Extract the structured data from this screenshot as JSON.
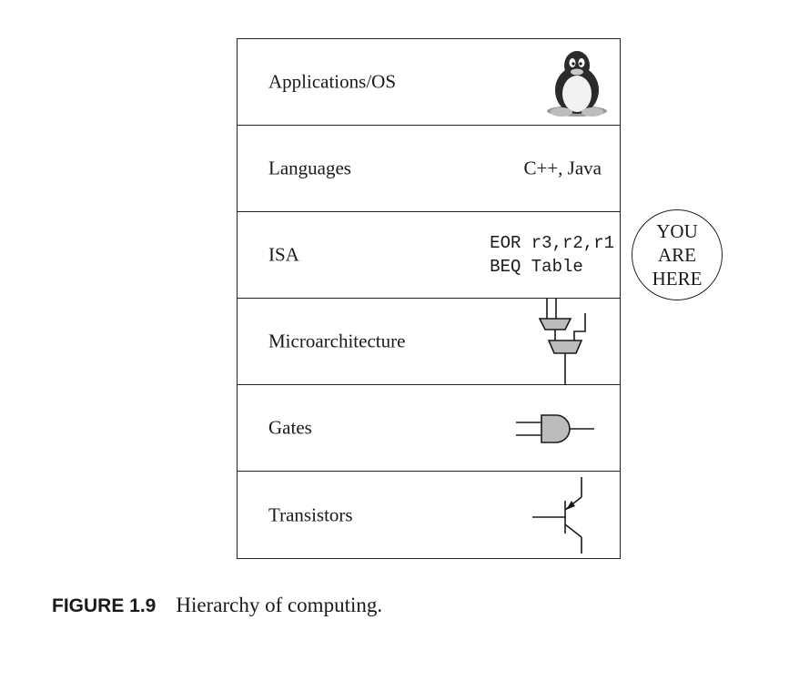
{
  "layers": [
    {
      "label": "Applications/OS",
      "icon": "tux-penguin-icon"
    },
    {
      "label": "Languages",
      "right_text": "C++, Java"
    },
    {
      "label": "ISA",
      "code_lines": [
        "EOR r3,r2,r1",
        "BEQ Table"
      ]
    },
    {
      "label": "Microarchitecture",
      "icon": "mux-alu-datapath-icon"
    },
    {
      "label": "Gates",
      "icon": "and-gate-icon"
    },
    {
      "label": "Transistors",
      "icon": "bjt-transistor-icon"
    }
  ],
  "marker": {
    "lines": [
      "YOU",
      "ARE",
      "HERE"
    ]
  },
  "caption": {
    "figure": "FIGURE 1.9",
    "text": "Hierarchy of computing."
  }
}
